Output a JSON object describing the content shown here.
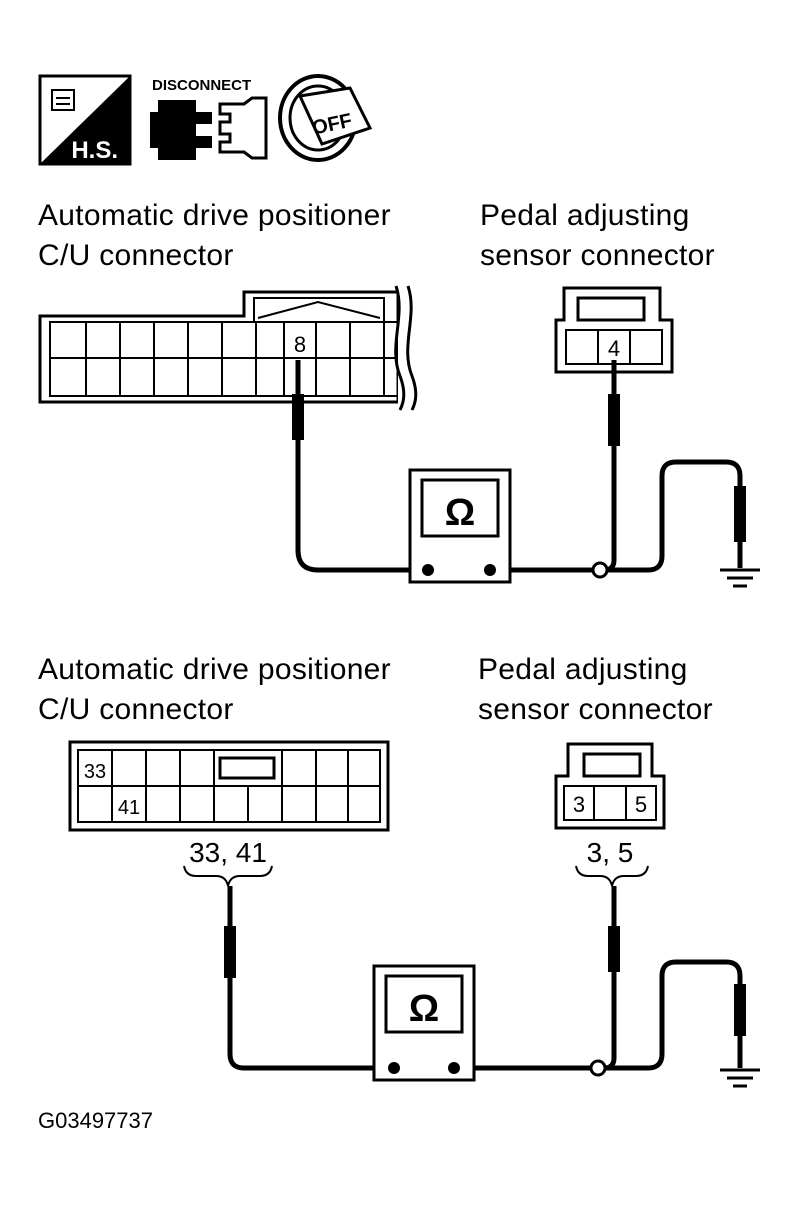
{
  "icons": {
    "hs_label": "H.S.",
    "disconnect_label": "DISCONNECT",
    "off_label": "OFF"
  },
  "top": {
    "left_label_line1": "Automatic drive positioner",
    "left_label_line2": "C/U connector",
    "right_label_line1": "Pedal adjusting",
    "right_label_line2": "sensor connector",
    "cu_pin": "8",
    "sensor_pin": "4",
    "meter_symbol": "Ω"
  },
  "bottom": {
    "left_label_line1": "Automatic drive positioner",
    "left_label_line2": "C/U connector",
    "right_label_line1": "Pedal adjusting",
    "right_label_line2": "sensor connector",
    "cu_pin_a": "33",
    "cu_pin_b": "41",
    "cu_pins_caption": "33, 41",
    "sensor_pin_a": "3",
    "sensor_pin_b": "5",
    "sensor_pins_caption": "3, 5",
    "meter_symbol": "Ω"
  },
  "figure_id": "G03497737"
}
